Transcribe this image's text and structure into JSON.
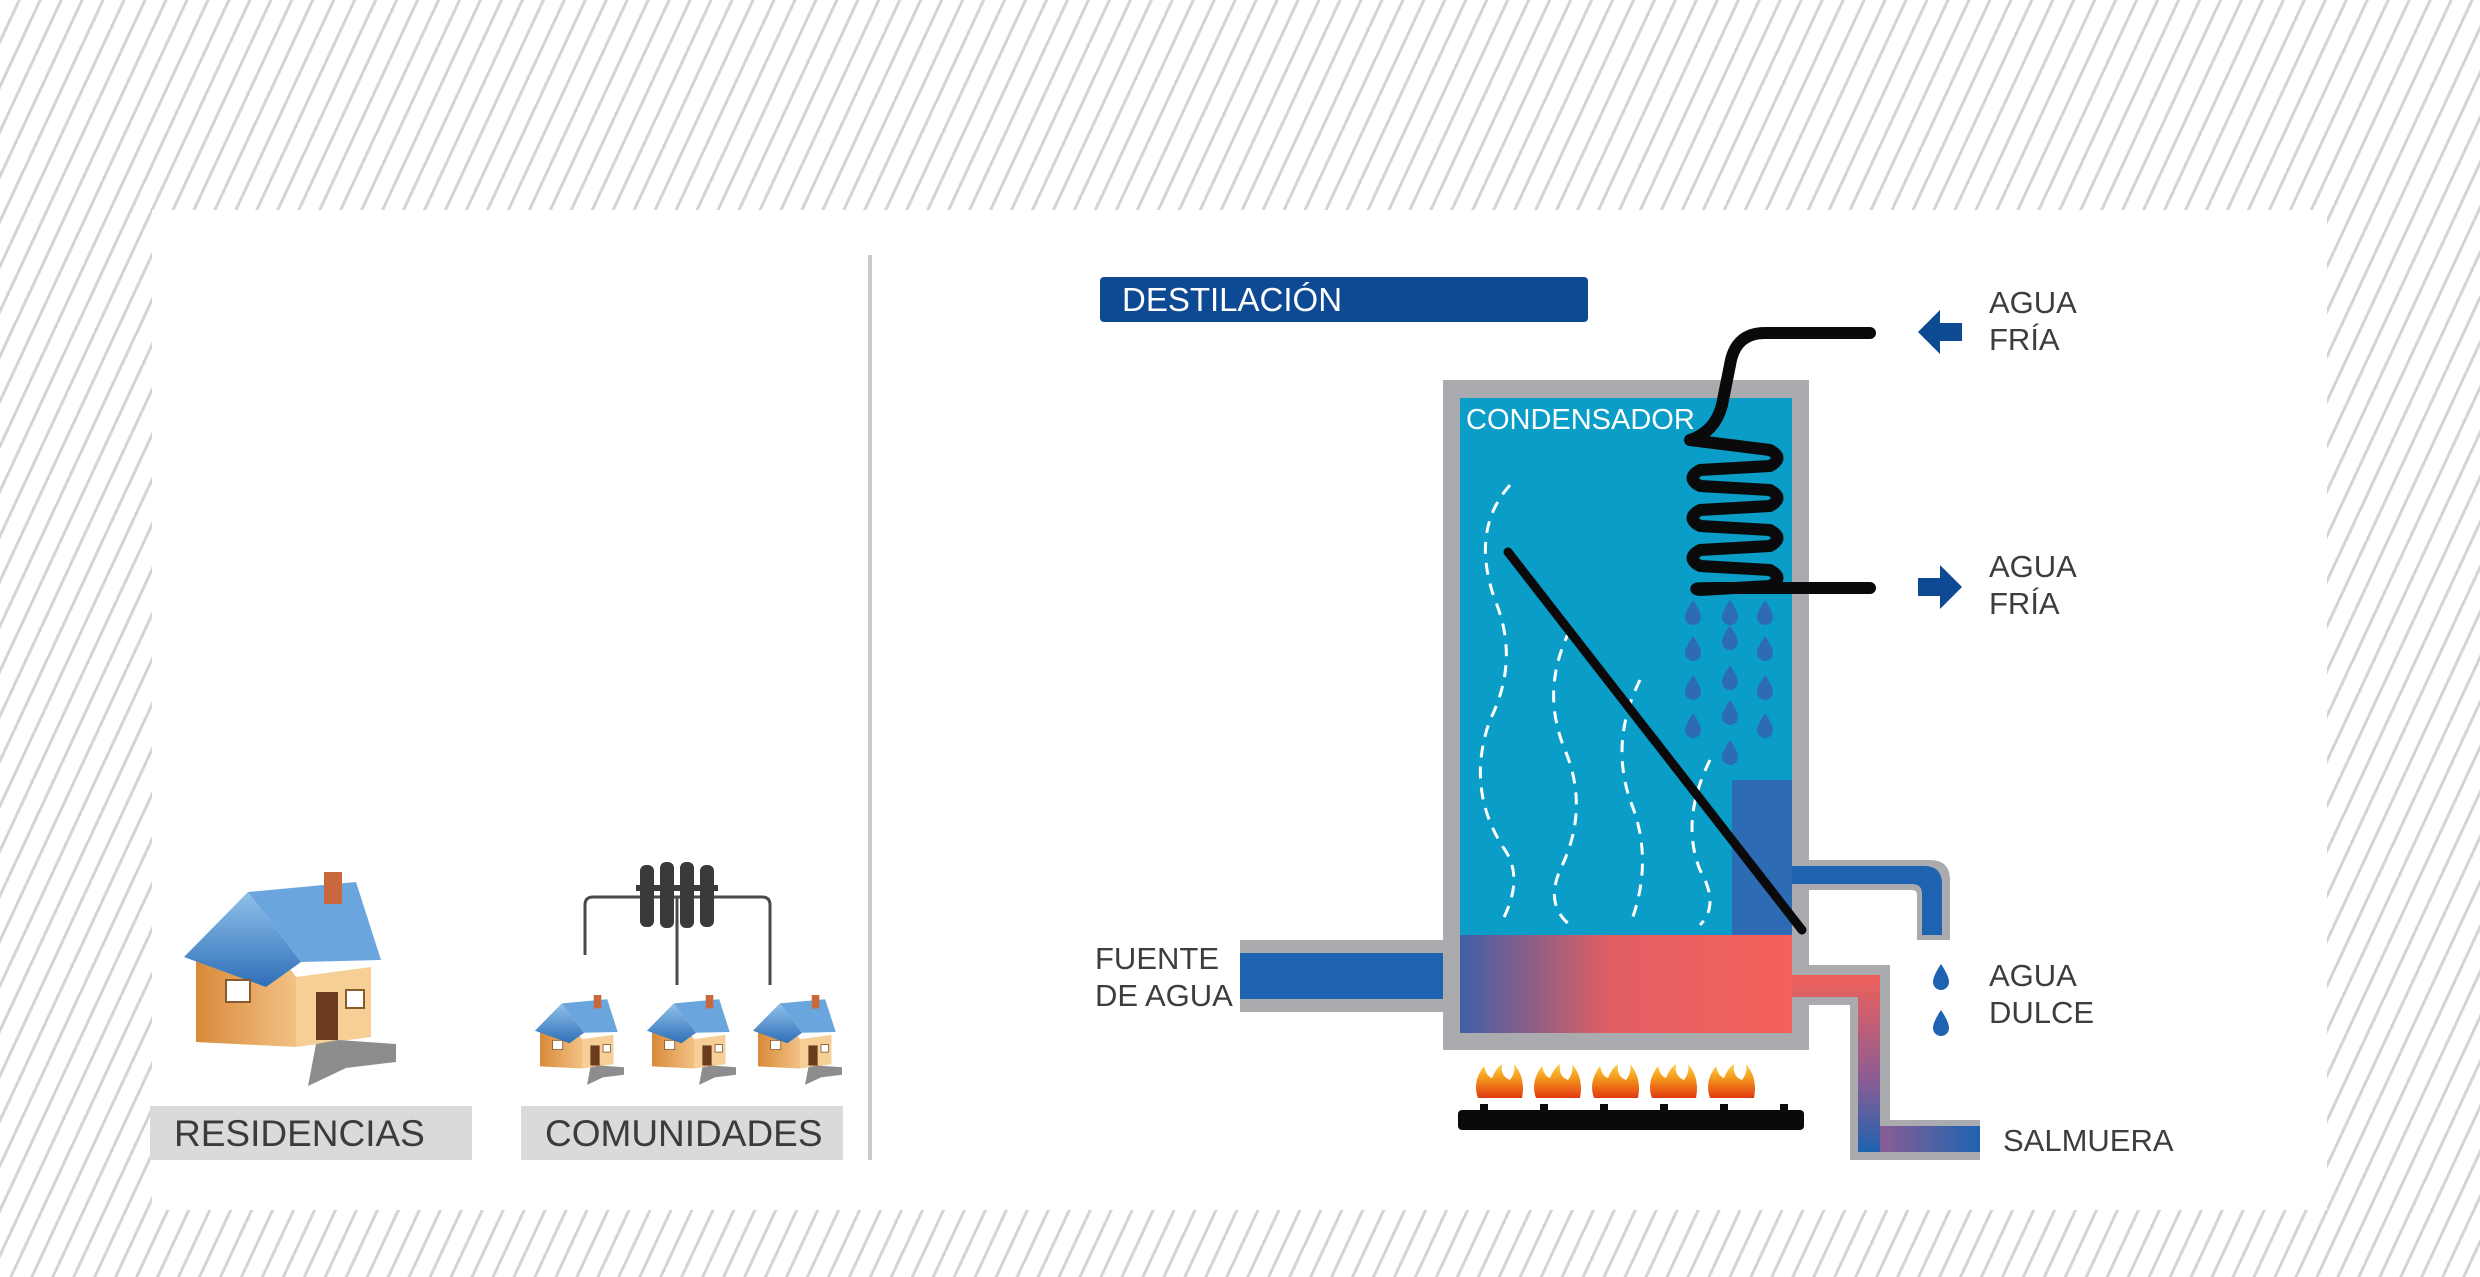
{
  "left_panel": {
    "residencias_label": "RESIDENCIAS",
    "comunidades_label": "COMUNIDADES"
  },
  "diagram": {
    "title": "DESTILACIÓN",
    "condensador_label": "CONDENSADOR",
    "cold_water_in": {
      "line1": "AGUA",
      "line2": "FRÍA"
    },
    "cold_water_out": {
      "line1": "AGUA",
      "line2": "FRÍA"
    },
    "fresh_water": {
      "line1": "AGUA",
      "line2": "DULCE"
    },
    "source": {
      "line1": "FUENTE",
      "line2": "DE AGUA"
    },
    "brine": "SALMUERA"
  },
  "colors": {
    "panel_bg": "#ffffff",
    "stripes": "#d2d4d7",
    "title_blue": "#0d4a93",
    "tank_cyan": "#0a9dc8",
    "tank_frame": "#a9abae",
    "pipe_blue": "#1e63b0",
    "hot_water": "#f0605a",
    "arrow_blue": "#0d4a93"
  }
}
